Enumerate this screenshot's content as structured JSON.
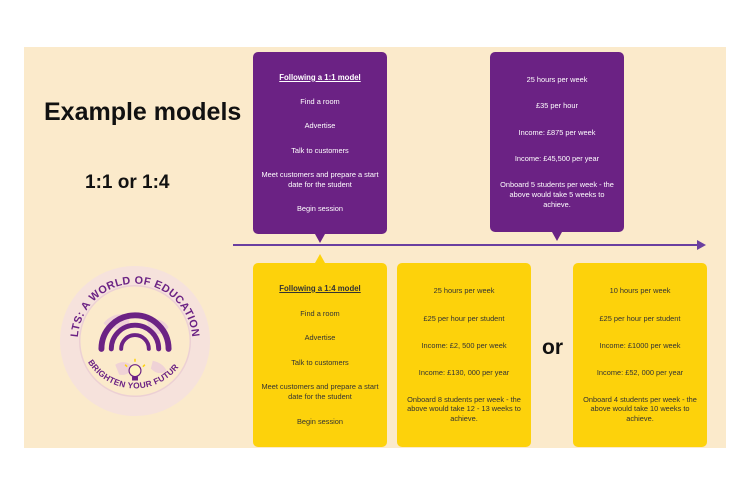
{
  "heading": "Example models",
  "subheading": "1:1 or 1:4",
  "or_text": "or",
  "logo": {
    "top_text": "LTS: A WORLD OF EDUCATION",
    "bottom_text": "BRIGHTEN YOUR FUTURE",
    "colors": {
      "ring": "#ecd9dd",
      "text": "#6b2284",
      "arc": "#6b2284",
      "bulb": "#fdd20b"
    }
  },
  "colors": {
    "purple": "#6b2284",
    "yellow": "#fdd20b",
    "background": "#fbeacb",
    "timeline": "#6a3fa0"
  },
  "model_1_1": {
    "title": "Following a 1:1 model",
    "steps": [
      "Find a room",
      "Advertise",
      "Talk to customers",
      "Meet customers and prepare a start date for the student",
      "Begin session"
    ]
  },
  "example_1_1": {
    "lines": [
      "25 hours per week",
      "£35 per hour",
      "Income: £875 per week",
      "Income: £45,500 per year",
      "Onboard 5 students per week - the above would take 5 weeks to achieve."
    ]
  },
  "model_1_4": {
    "title": "Following a 1:4 model",
    "steps": [
      "Find a room",
      "Advertise",
      "Talk to customers",
      "Meet customers and prepare a start date for the student",
      "Begin session"
    ]
  },
  "example_1_4_a": {
    "lines": [
      "25 hours per week",
      "£25 per hour per student",
      "Income: £2, 500 per week",
      "Income: £130, 000 per year",
      "Onboard 8 students per week - the above would take 12 - 13 weeks to achieve."
    ]
  },
  "example_1_4_b": {
    "lines": [
      "10 hours per week",
      "£25 per hour per student",
      "Income: £1000 per week",
      "Income: £52, 000 per year",
      "Onboard 4 students per week - the above would take 10 weeks to achieve."
    ]
  }
}
